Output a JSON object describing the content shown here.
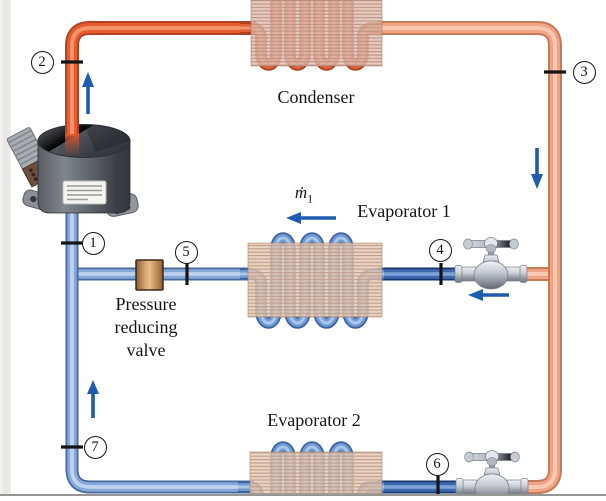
{
  "figure": {
    "description": "Refrigeration cycle schematic: one compressor and condenser serving two evaporators with a pressure reducing valve and two expansion valves"
  },
  "labels": {
    "condenser": "Condenser",
    "evaporator1": "Evaporator 1",
    "evaporator2": "Evaporator 2",
    "pressure_valve": [
      "Pressure",
      "reducing",
      "valve"
    ],
    "mass_flow_base": "ṁ",
    "mass_flow_sub": "1"
  },
  "nodes": [
    {
      "id": "state-1",
      "label": "1"
    },
    {
      "id": "state-2",
      "label": "2"
    },
    {
      "id": "state-3",
      "label": "3"
    },
    {
      "id": "state-4",
      "label": "4"
    },
    {
      "id": "state-5",
      "label": "5"
    },
    {
      "id": "state-6",
      "label": "6"
    },
    {
      "id": "state-7",
      "label": "7"
    }
  ],
  "components": [
    {
      "name": "compressor"
    },
    {
      "name": "condenser-coil"
    },
    {
      "name": "evaporator-1-coil"
    },
    {
      "name": "evaporator-2-coil"
    },
    {
      "name": "pressure-reducing-valve"
    },
    {
      "name": "expansion-valve-1"
    },
    {
      "name": "expansion-valve-2"
    }
  ],
  "icons": {
    "flow_up_arrow": "↑",
    "flow_down_arrow": "↓",
    "flow_left_arrow": "←"
  },
  "colors": {
    "hot_pipe": "#e55c32",
    "cooled_pipe": "#efa486",
    "cold_pipe": "#87a9da",
    "cold_pipe_dark": "#3e69ae",
    "arrow": "#1d5cae",
    "condenser_fins": "#dcb4a4",
    "evaporator_fins": "#ddc1ae",
    "reducing_valve_body": "#c08a50",
    "valve_metal": "#c6cbd2"
  }
}
